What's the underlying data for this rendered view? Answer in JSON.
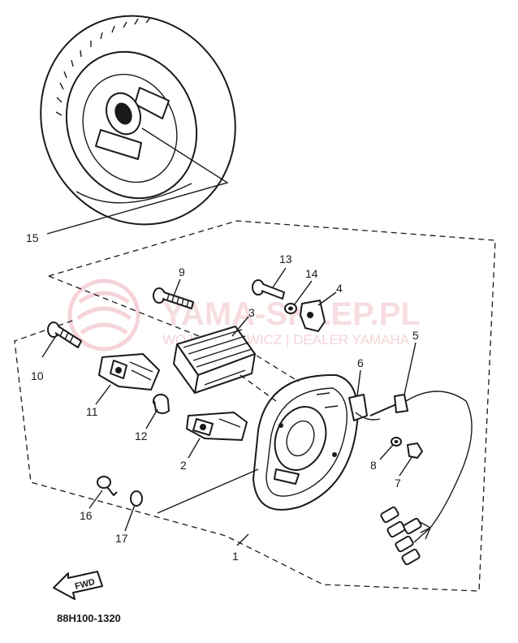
{
  "diagram_code": "88H100-1320",
  "fwd_label": "FWD",
  "watermark": {
    "main": "YAMA-SKLEP.PL",
    "sub": "WOJCIECHOWICZ | DEALER YAMAHA"
  },
  "callouts": [
    {
      "id": "1",
      "label": "1"
    },
    {
      "id": "2",
      "label": "2"
    },
    {
      "id": "3",
      "label": "3"
    },
    {
      "id": "4",
      "label": "4"
    },
    {
      "id": "5",
      "label": "5"
    },
    {
      "id": "6",
      "label": "6"
    },
    {
      "id": "7",
      "label": "7"
    },
    {
      "id": "8",
      "label": "8"
    },
    {
      "id": "9",
      "label": "9"
    },
    {
      "id": "10",
      "label": "10"
    },
    {
      "id": "11",
      "label": "11"
    },
    {
      "id": "12",
      "label": "12"
    },
    {
      "id": "13",
      "label": "13"
    },
    {
      "id": "14",
      "label": "14"
    },
    {
      "id": "15",
      "label": "15"
    },
    {
      "id": "16",
      "label": "16"
    },
    {
      "id": "17",
      "label": "17"
    }
  ]
}
